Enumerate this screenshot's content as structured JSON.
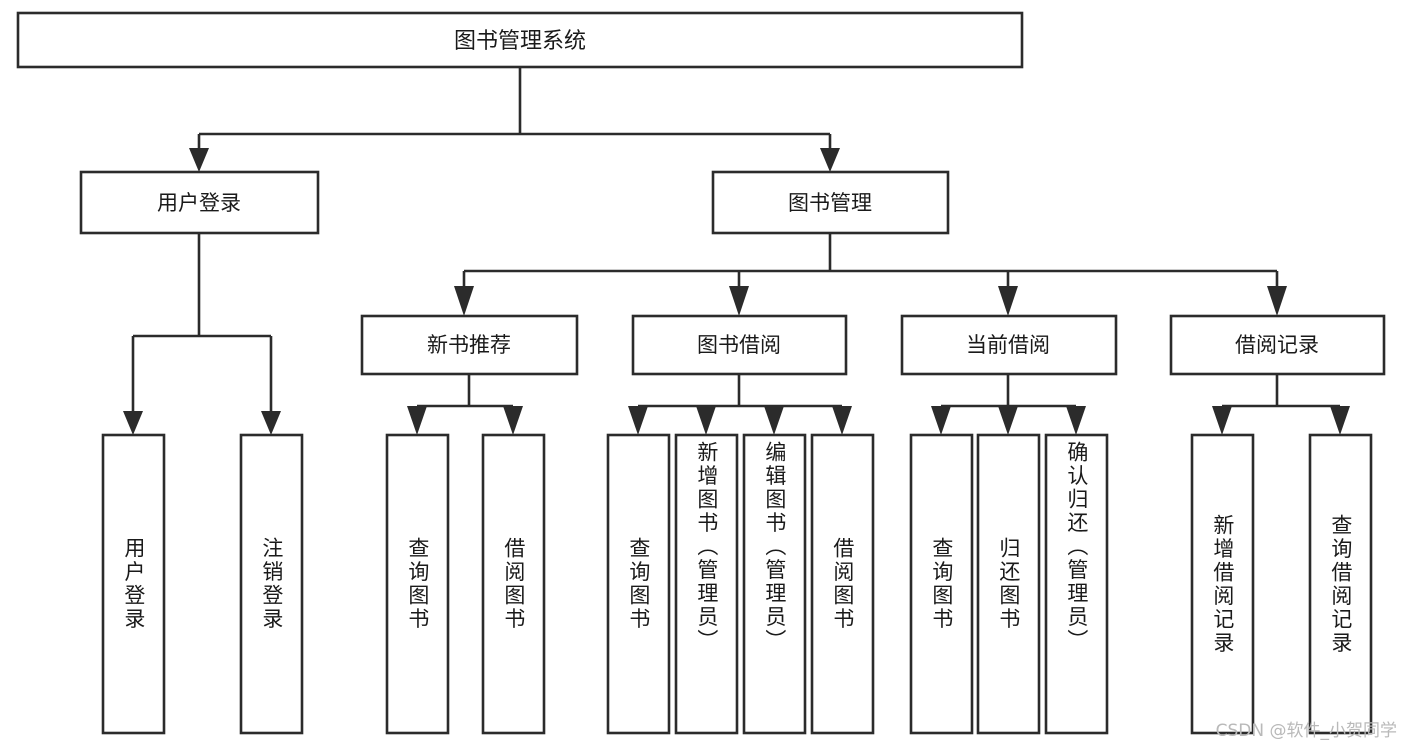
{
  "diagram": {
    "type": "tree-hierarchy-chart",
    "title_node": {
      "label": "图书管理系统"
    },
    "level2": [
      {
        "id": "user-login",
        "label": "用户登录"
      },
      {
        "id": "book-manage",
        "label": "图书管理"
      }
    ],
    "level3": [
      {
        "id": "new-book-rec",
        "label": "新书推荐"
      },
      {
        "id": "book-borrow",
        "label": "图书借阅"
      },
      {
        "id": "current-borrow",
        "label": "当前借阅"
      },
      {
        "id": "borrow-record",
        "label": "借阅记录"
      }
    ],
    "leaves": [
      {
        "id": "leaf-user-login",
        "label": "用户登录",
        "parent": "用户登录"
      },
      {
        "id": "leaf-user-logout",
        "label": "注销登录",
        "parent": "用户登录"
      },
      {
        "id": "leaf-query-book-1",
        "label": "查询图书",
        "parent": "新书推荐"
      },
      {
        "id": "leaf-borrow-book-1",
        "label": "借阅图书",
        "parent": "新书推荐"
      },
      {
        "id": "leaf-query-book-2",
        "label": "查询图书",
        "parent": "图书借阅"
      },
      {
        "id": "leaf-add-book",
        "label": "新增图书（管理员）",
        "parent": "图书借阅"
      },
      {
        "id": "leaf-edit-book",
        "label": "编辑图书（管理员）",
        "parent": "图书借阅"
      },
      {
        "id": "leaf-borrow-book-2",
        "label": "借阅图书",
        "parent": "图书借阅"
      },
      {
        "id": "leaf-query-book-3",
        "label": "查询图书",
        "parent": "当前借阅"
      },
      {
        "id": "leaf-return-book",
        "label": "归还图书",
        "parent": "当前借阅"
      },
      {
        "id": "leaf-confirm-return",
        "label": "确认归还（管理员）",
        "parent": "当前借阅"
      },
      {
        "id": "leaf-add-record",
        "label": "新增借阅记录",
        "parent": "借阅记录"
      },
      {
        "id": "leaf-query-record",
        "label": "查询借阅记录",
        "parent": "借阅记录"
      }
    ],
    "colors": {
      "background": "#ffffff",
      "box_fill": "#ffffff",
      "box_stroke": "#2b2b2b",
      "connector": "#2b2b2b",
      "text": "#1a1a1a",
      "watermark": "#b9b9b9"
    }
  },
  "watermark": {
    "text": "CSDN @软件_小贺同学"
  }
}
